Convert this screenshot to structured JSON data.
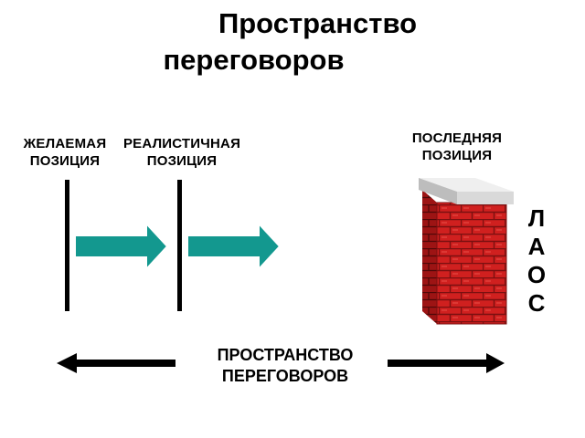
{
  "title": {
    "line1": "Пространство",
    "line2": "переговоров"
  },
  "labels": {
    "desired": [
      "ЖЕЛАЕМАЯ",
      "ПОЗИЦИЯ"
    ],
    "realistic": [
      "РЕАЛИСТИЧНАЯ",
      "ПОЗИЦИЯ"
    ],
    "last": [
      "ПОСЛЕДНЯЯ",
      "ПОЗИЦИЯ"
    ]
  },
  "laos": [
    "Л",
    "А",
    "О",
    "С"
  ],
  "bottom": [
    "ПРОСТРАНСТВО",
    "ПЕРЕГОВОРОВ"
  ],
  "colors": {
    "arrow_fill": "#13988f",
    "brick": "#d0201f",
    "mortar": "#7a1010",
    "cap": "#d9d9d9"
  }
}
